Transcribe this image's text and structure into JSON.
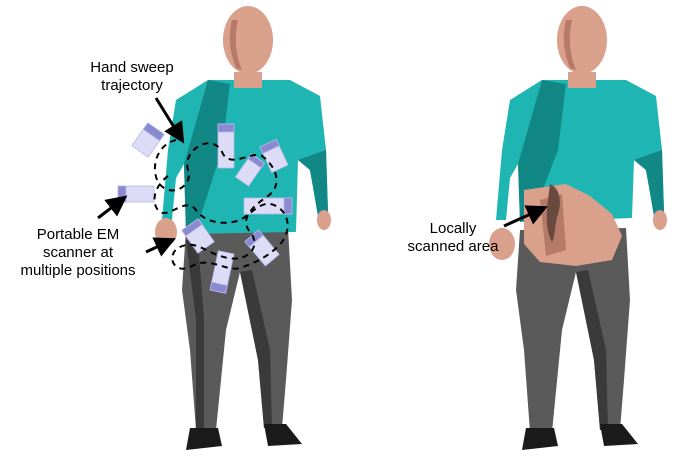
{
  "labels": {
    "trajectory": [
      "Hand sweep",
      "trajectory"
    ],
    "scanner": [
      "Portable EM",
      "scanner at",
      "multiple positions"
    ],
    "scanned_area": [
      "Locally",
      "scanned area"
    ]
  },
  "colors": {
    "shirt": "#1fb5b3",
    "shirt_shade": "#128886",
    "skin": "#d9a08c",
    "skin_shade": "#b57a68",
    "pants": "#5a5a5a",
    "pants_shade": "#3a3a3a",
    "shoe": "#1a1a1a",
    "scanner_light": "#dcdcf6",
    "scanner_dark": "#8a8ad0",
    "wound": "#6a4a3e"
  }
}
